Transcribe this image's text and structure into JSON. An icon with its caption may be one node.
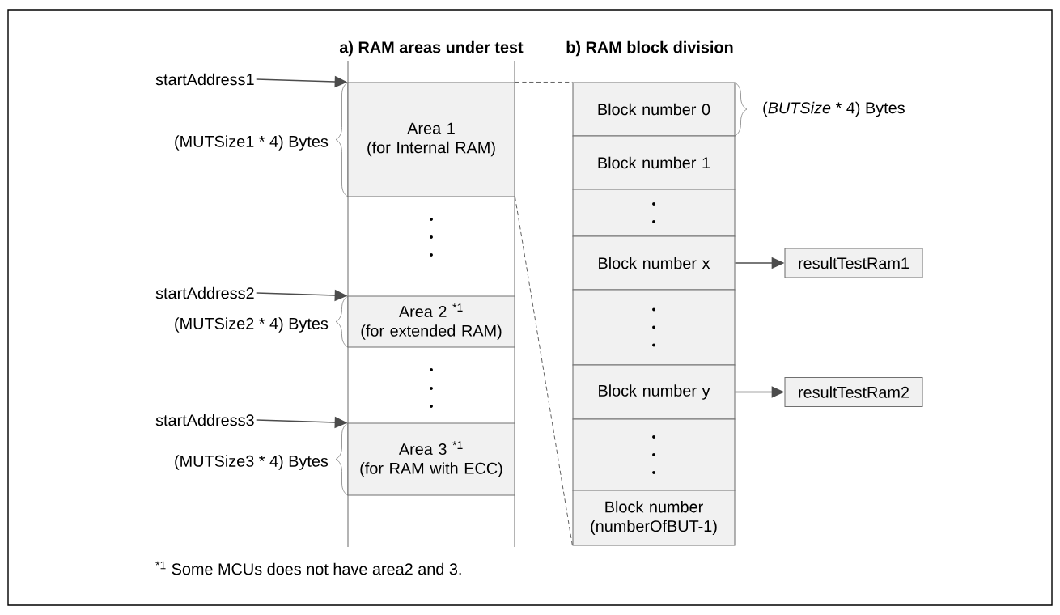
{
  "diagram": {
    "nodes": [
      {
        "text": [
          "startAddress1"
        ]
      },
      {
        "text": [
          "Area 1",
          "(for Internal RAM)"
        ],
        "beside": [
          "(MUTSize1 * 4) Bytes"
        ]
      },
      {
        "text": [
          "startAddress2"
        ]
      },
      {
        "text": [
          "Area 2 $^{*1}$",
          "(for extended RAM)"
        ],
        "beside": [
          "(MUTSize2 * 4) Bytes"
        ]
      },
      {
        "text": [
          "startAddress3"
        ]
      },
      {
        "text": [
          "Area 3 $^{*1}$",
          "(for RAM with ECC)"
        ],
        "beside": [
          "(MUTSize3 * 4) Bytes"
        ]
      },
      {
        "text": [
          "Block number 0"
        ],
        "beside": [
          "(*BUTSize* * 4) Bytes"
        ]
      },
      {
        "text": [
          "Block number 1"
        ]
      },
      {
        "text": [],
        "shape": "box"
      },
      {
        "text": [
          "Block number x"
        ]
      },
      {
        "text": [
          "resultTestRam1"
        ]
      },
      {
        "text": [],
        "shape": "box"
      },
      {
        "text": [
          "Block number y"
        ]
      },
      {
        "text": [
          "resultTestRam2"
        ]
      },
      {
        "text": [],
        "shape": "box"
      },
      {
        "text": [
          "Block number (numberOfBUT-1)"
        ]
      }
    ],
    "edges": [
      {
        "from": 0,
        "to": 1,
        "arrow": "to"
      },
      {
        "from": 2,
        "to": 3,
        "arrow": "to"
      },
      {
        "from": 4,
        "to": 5,
        "arrow": "to"
      },
      {
        "from": 1,
        "to": 6,
        "arrow": "none",
        "style": "dashed"
      },
      {
        "from": 1,
        "to": 15,
        "arrow": "none",
        "style": "dashed"
      },
      {
        "from": 9,
        "to": 10,
        "arrow": "to"
      },
      {
        "from": 12,
        "to": 13,
        "arrow": "to"
      }
    ],
    "labels": [
      "a) RAM areas under test",
      "b) RAM block division",
      "$^{*1}$ Some MCUs does not have area2 and 3."
    ]
  }
}
